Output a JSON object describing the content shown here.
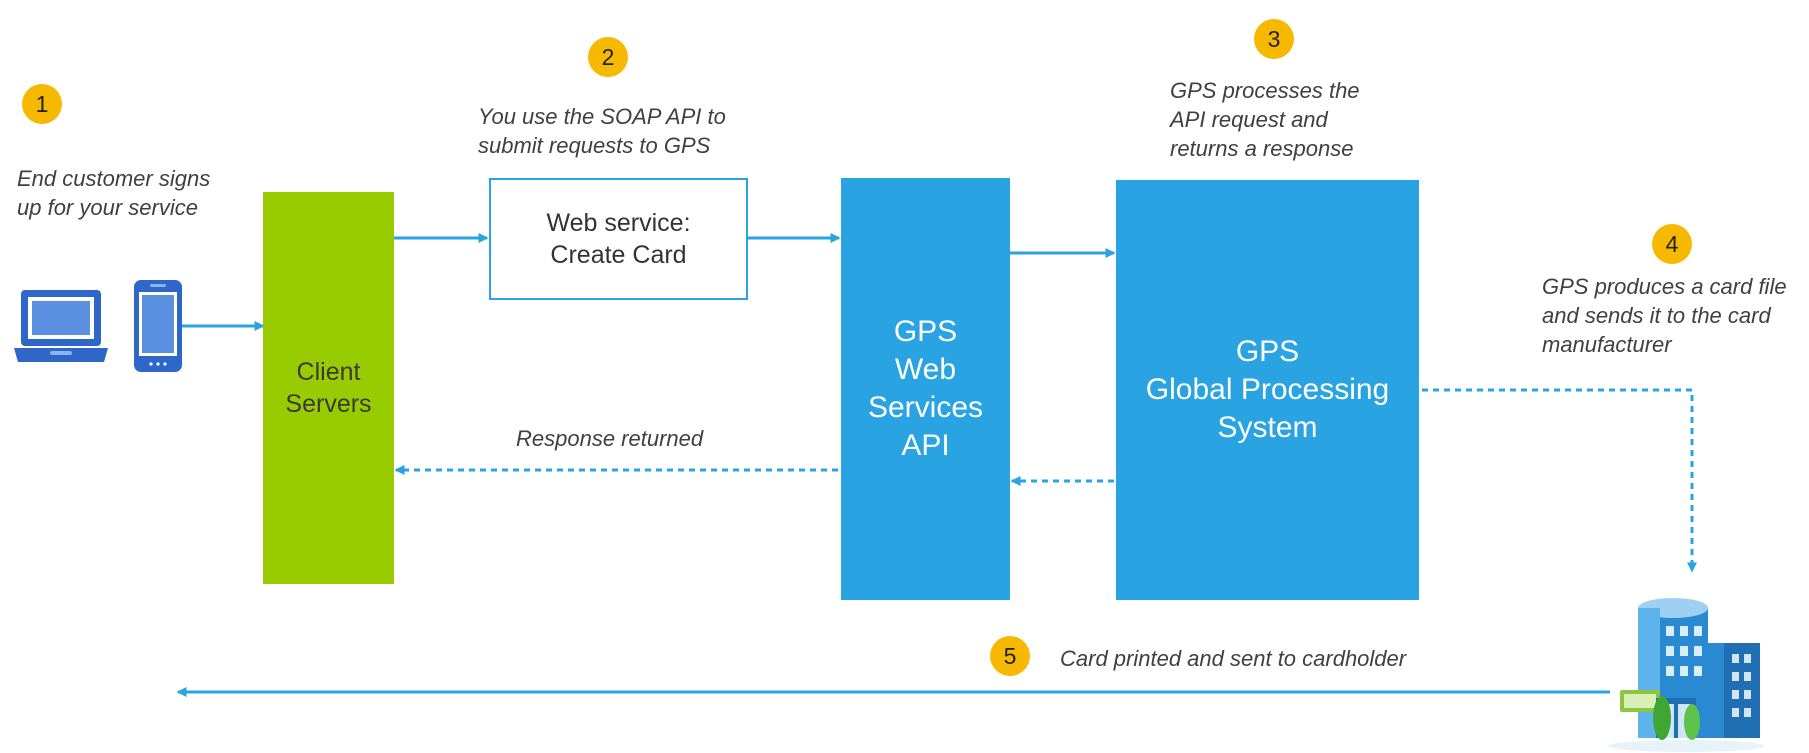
{
  "colors": {
    "accent_blue": "#29a3e1",
    "client_green": "#99cc00",
    "badge_yellow": "#f7b900",
    "device_blue": "#2f67c8"
  },
  "steps": {
    "s1": {
      "number": "1",
      "text": "End customer signs\nup for your service"
    },
    "s2": {
      "number": "2",
      "text": "You use the SOAP API to\nsubmit requests to GPS"
    },
    "s3": {
      "number": "3",
      "text": "GPS processes the\nAPI request and\nreturns a response"
    },
    "s4": {
      "number": "4",
      "text": "GPS produces a card file\nand sends it to the card\nmanufacturer"
    },
    "s5": {
      "number": "5",
      "text": "Card printed and sent to cardholder"
    }
  },
  "nodes": {
    "client_servers": "Client\nServers",
    "web_service": "Web service:\nCreate Card",
    "gps_api": "GPS\nWeb\nServices\nAPI",
    "gps_system": "GPS\nGlobal Processing\nSystem"
  },
  "labels": {
    "response_returned": "Response returned"
  },
  "icons": {
    "laptop": "laptop-icon",
    "phone": "phone-icon",
    "manufacturer": "card-manufacturer-building-icon"
  }
}
